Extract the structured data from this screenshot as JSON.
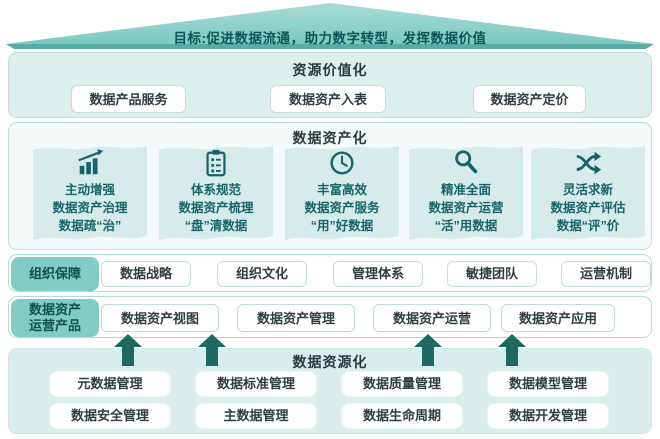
{
  "banner": {
    "text": "目标:促进数据流通，助力数字转型，发挥数据价值"
  },
  "value_section": {
    "title": "资源价值化",
    "items": [
      "数据产品服务",
      "数据资产入表",
      "数据资产定价"
    ]
  },
  "asset_section": {
    "title": "数据资产化",
    "cards": [
      {
        "icon": "growth-chart-icon",
        "lines": [
          "主动增强",
          "数据资产治理",
          "数据疏“治”"
        ]
      },
      {
        "icon": "clipboard-checklist-icon",
        "lines": [
          "体系规范",
          "数据资产梳理",
          "“盘”清数据"
        ]
      },
      {
        "icon": "clock-icon",
        "lines": [
          "丰富高效",
          "数据资产服务",
          "“用”好数据"
        ]
      },
      {
        "icon": "magnifier-icon",
        "lines": [
          "精准全面",
          "数据资产运营",
          "“活”用数据"
        ]
      },
      {
        "icon": "shuffle-icon",
        "lines": [
          "灵活求新",
          "数据资产评估",
          "数据“评”价"
        ]
      }
    ]
  },
  "org_row": {
    "label": "组织保障",
    "items": [
      "数据战略",
      "组织文化",
      "管理体系",
      "敏捷团队",
      "运营机制"
    ]
  },
  "product_row": {
    "label_line1": "数据资产",
    "label_line2": "运营产品",
    "items": [
      "数据资产视图",
      "数据资产管理",
      "数据资产运营",
      "数据资产应用"
    ]
  },
  "resource_section": {
    "title": "数据资源化",
    "rows": [
      [
        "元数据管理",
        "数据标准管理",
        "数据质量管理",
        "数据模型管理"
      ],
      [
        "数据安全管理",
        "主数据管理",
        "数据生命周期",
        "数据开发管理"
      ]
    ]
  },
  "colors": {
    "banner_fill": "#8fd1cb",
    "banner_edge": "#58aea7",
    "dark_teal_text": "#19646b",
    "panel_light": "#ddefed",
    "card_bg": "#d7ecea",
    "label_bg": "#80cbc5",
    "arrow": "#1d6862"
  }
}
